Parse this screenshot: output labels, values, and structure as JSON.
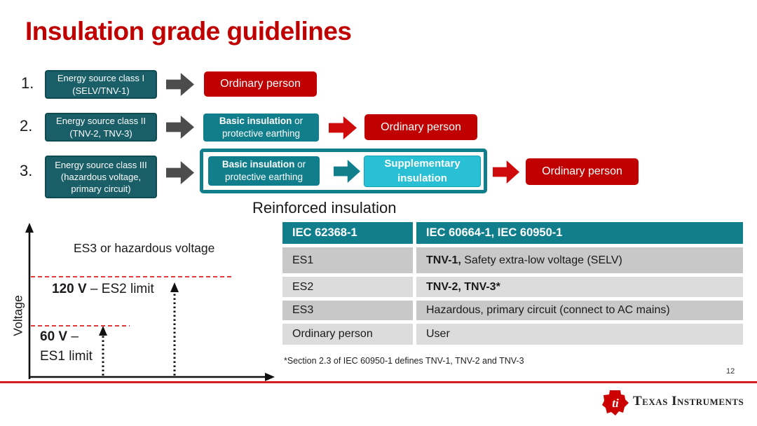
{
  "slide": {
    "title": "Insulation grade guidelines",
    "page_number": "12",
    "brand": "Texas Instruments"
  },
  "flow": {
    "rows": [
      {
        "number": "1.",
        "source_lines": [
          "Energy source class I",
          "(SELV/TNV-1)"
        ],
        "result": "Ordinary person"
      },
      {
        "number": "2.",
        "source_lines": [
          "Energy source class II",
          "(TNV-2, TNV-3)"
        ],
        "mid_bold": "Basic insulation",
        "mid_or": " or",
        "mid_line2": "protective earthing",
        "result": "Ordinary person"
      },
      {
        "number": "3.",
        "source_lines": [
          "Energy source class III",
          "(hazardous voltage,",
          "primary circuit)"
        ],
        "mid_bold": "Basic insulation",
        "mid_or": " or",
        "mid_line2": "protective earthing",
        "supp_line1": "Supplementary",
        "supp_line2": "insulation",
        "result": "Ordinary person"
      }
    ],
    "group_label": "Reinforced insulation"
  },
  "chart": {
    "type": "voltage-limit-diagram",
    "y_axis_label": "Voltage",
    "region_label": "ES3 or hazardous voltage",
    "es2_value": "120 V",
    "es2_label": " – ES2 limit",
    "es1_value": "60 V",
    "es1_dash": " –",
    "es1_label": "ES1 limit"
  },
  "table": {
    "headers": [
      "IEC 62368-1",
      "IEC 60664-1, IEC 60950-1"
    ],
    "rows": [
      {
        "term": "ES1",
        "bold": "TNV-1,",
        "rest": " Safety extra-low voltage (SELV)"
      },
      {
        "term": "ES2",
        "bold": "TNV-2, TNV-3*",
        "rest": ""
      },
      {
        "term": "ES3",
        "bold": "",
        "rest": "Hazardous, primary circuit (connect to AC mains)"
      },
      {
        "term": "Ordinary person",
        "bold": "",
        "rest": "User"
      }
    ],
    "footnote": "*Section 2.3 of IEC 60950-1 defines TNV-1, TNV-2 and TNV-3"
  },
  "colors": {
    "accent_red": "#C00000",
    "teal_dark": "#1A5F68",
    "teal_mid": "#117E8C",
    "cyan": "#29BFD4",
    "dashed_limit_red": "#E03A3A"
  }
}
